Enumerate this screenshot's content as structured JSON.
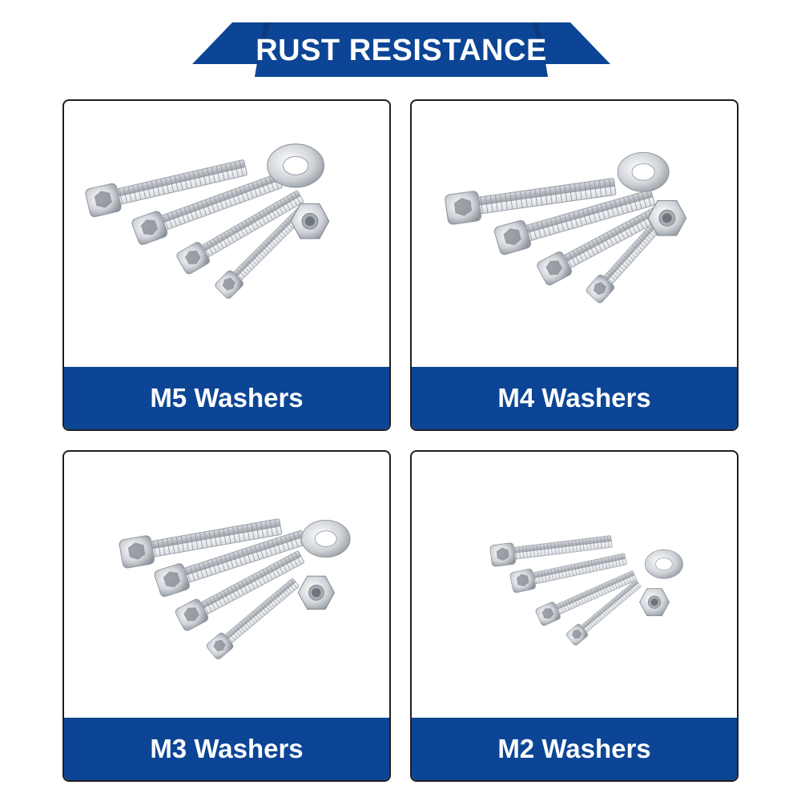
{
  "banner": {
    "title": "RUST RESISTANCE",
    "color": "#0c4595"
  },
  "cards": [
    {
      "label": "M5 Washers"
    },
    {
      "label": "M4 Washers"
    },
    {
      "label": "M3 Washers"
    },
    {
      "label": "M2 Washers"
    }
  ],
  "icons": {
    "photo": "screws-washers-nuts-photo"
  }
}
